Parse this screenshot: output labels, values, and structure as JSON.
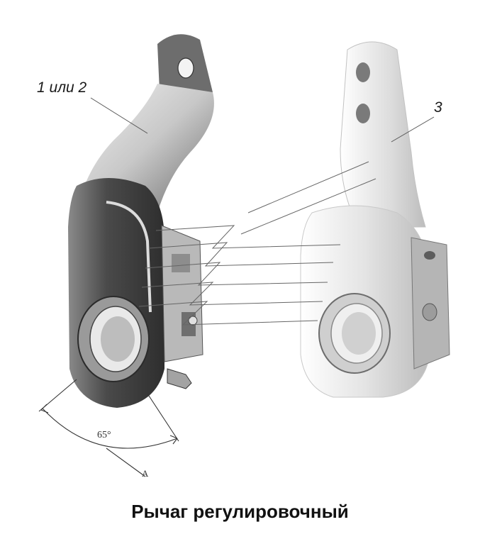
{
  "labels": {
    "part_left": "1 или 2",
    "part_right": "3",
    "angle": "65°",
    "dimension": "A"
  },
  "caption": "Рычаг регулировочный",
  "colors": {
    "dark_part": "#5a5a5a",
    "light_part": "#d9d9d9",
    "line": "#555555"
  }
}
